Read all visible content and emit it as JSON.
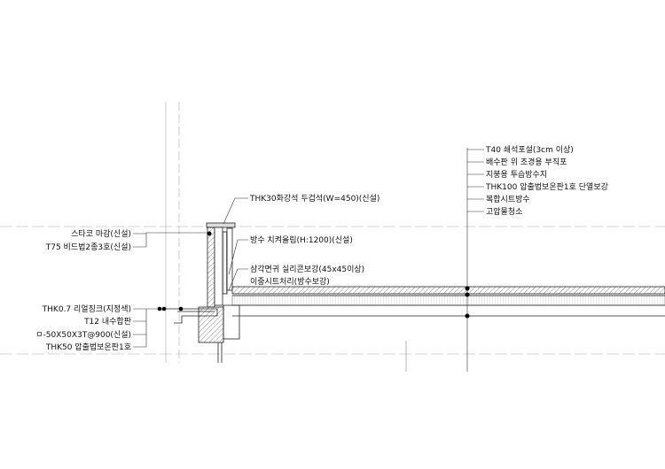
{
  "right_labels": [
    "T40 쇄석포설(3cm 이상)",
    "배수판 위 조경용 부직포",
    "지붕용 투습방수지",
    "THK100 압출법보온판1호 단열보강",
    "복합시트방수",
    "고압물청소"
  ],
  "top_label": "THK30화강석 두겁석(W=450)(신설)",
  "left_upper_labels": [
    "스타코 마감(신설)",
    "T75 비드법2종3호(신설)"
  ],
  "mid_labels": [
    "방수 치켜올림(H:1200)(신설)",
    "삼각면귀 실리콘보강(45x45이상)",
    "이중시트처리(방수보강)"
  ],
  "left_lower_labels": [
    "THK0.7 리얼징크(지정색)",
    "T12 내수합판",
    "ㅁ-50X50X3T@900(신설)",
    "THK50 압출법보온판1호"
  ]
}
